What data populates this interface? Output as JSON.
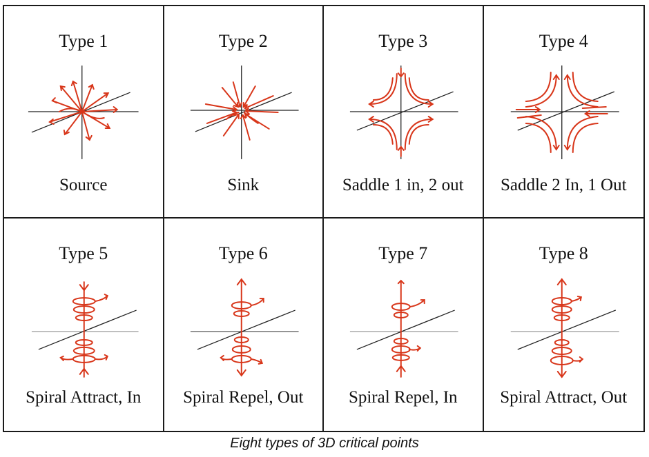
{
  "colors": {
    "flow": "#d8361a",
    "axis": "#222222",
    "border": "#1a1a1a"
  },
  "caption": "Eight types of 3D critical points",
  "cells": [
    {
      "title": "Type 1",
      "label": "Source"
    },
    {
      "title": "Type 2",
      "label": "Sink"
    },
    {
      "title": "Type 3",
      "label": "Saddle 1 in, 2 out"
    },
    {
      "title": "Type 4",
      "label": "Saddle 2 In, 1 Out"
    },
    {
      "title": "Type 5",
      "label": "Spiral Attract, In"
    },
    {
      "title": "Type 6",
      "label": "Spiral Repel, Out"
    },
    {
      "title": "Type 7",
      "label": "Spiral Repel, In"
    },
    {
      "title": "Type 8",
      "label": "Spiral Attract, Out"
    }
  ]
}
